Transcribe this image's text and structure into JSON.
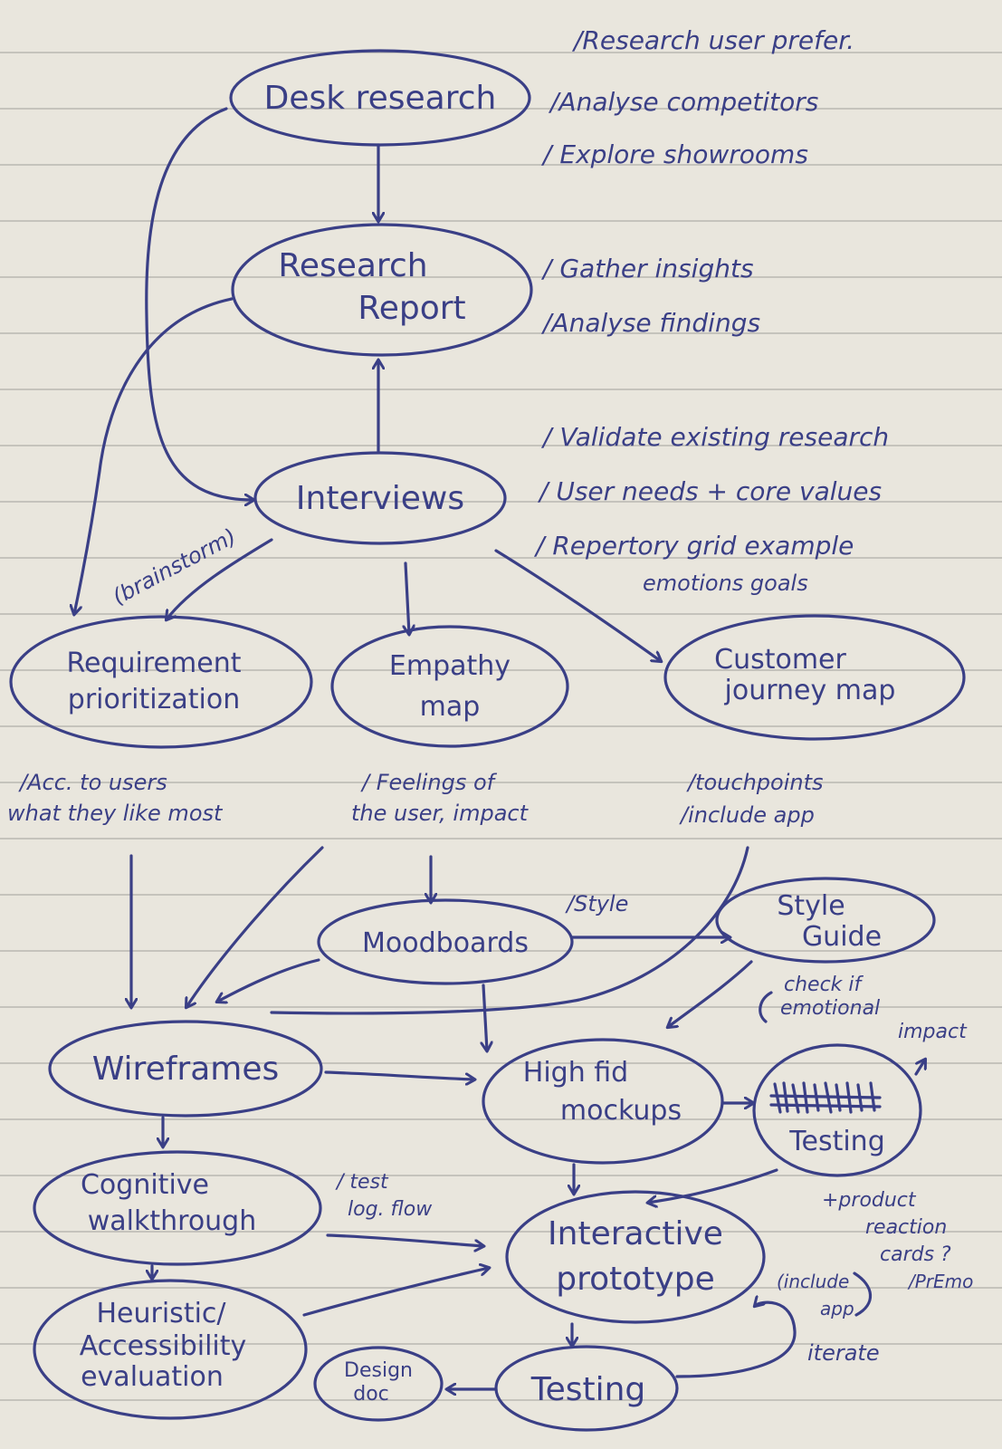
{
  "nodes": {
    "desk_research": "Desk research",
    "research_report": [
      "Research",
      "Report"
    ],
    "interviews": "Interviews",
    "requirement_prioritization": [
      "Requirement",
      "prioritization"
    ],
    "empathy_map": [
      "Empathy",
      "map"
    ],
    "customer_journey_map": [
      "Customer",
      "journey map"
    ],
    "moodboards": "Moodboards",
    "style_guide": [
      "Style",
      "Guide"
    ],
    "wireframes": "Wireframes",
    "high_fid_mockups": [
      "High fid",
      "mockups"
    ],
    "user_testing": "Testing",
    "cognitive_walkthrough": [
      "Cognitive",
      "walkthrough"
    ],
    "interactive_prototype": [
      "Interactive",
      "prototype"
    ],
    "heuristic_evaluation": [
      "Heuristic/",
      "Accessibility",
      "evaluation"
    ],
    "testing": "Testing",
    "design_doc": [
      "Design",
      "doc"
    ]
  },
  "notes": {
    "desk_research": [
      "/Research user prefer.",
      "/Analyse competitors",
      "/ Explore showrooms"
    ],
    "research_report": [
      "/ Gather insights",
      "/Analyse findings"
    ],
    "interviews": [
      "/ Validate existing research",
      "/ User needs + core values",
      "/ Repertory grid example",
      "emotions goals"
    ],
    "brainstorm": "(brainstorm)",
    "requirement": [
      "/Acc. to users",
      "what they like most"
    ],
    "empathy": [
      "/ Feelings of",
      "the user, impact"
    ],
    "journey": [
      "/touchpoints",
      "/include app"
    ],
    "style": "/Style",
    "emotional": [
      "check if",
      "emotional",
      "impact"
    ],
    "test_flow": [
      "/ test",
      "log. flow"
    ],
    "product_cards": [
      "+product",
      "reaction",
      "cards ?",
      "/PrEmo"
    ],
    "include_app": [
      "(include",
      "app"
    ],
    "iterate": "iterate"
  }
}
